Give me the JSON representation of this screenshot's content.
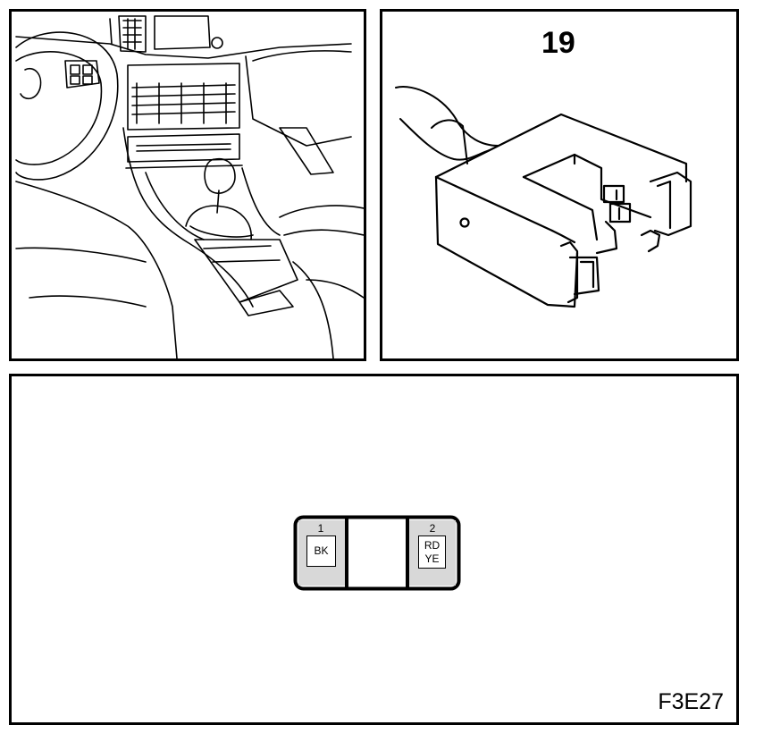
{
  "connector": {
    "number": "19"
  },
  "pinout": {
    "pins": [
      {
        "number": "1",
        "color_top": "BK",
        "color_bottom": ""
      },
      {
        "number": "2",
        "color_top": "RD",
        "color_bottom": "YE"
      }
    ]
  },
  "figure_code": "F3E27"
}
